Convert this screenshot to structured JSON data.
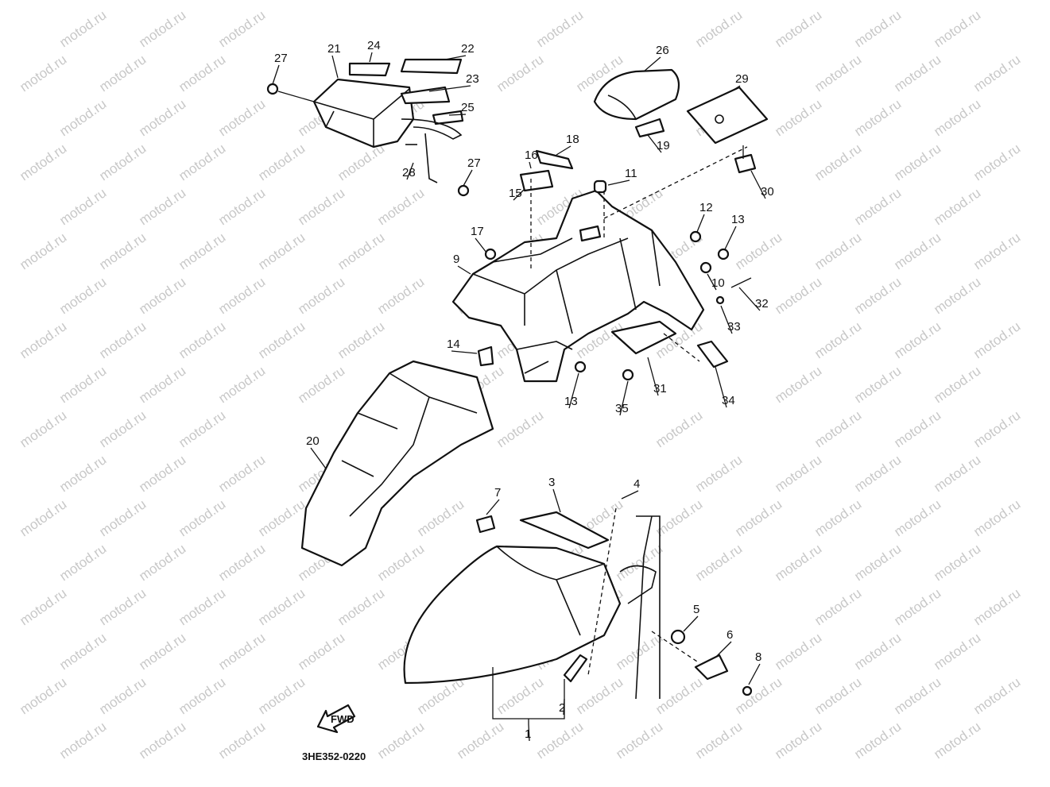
{
  "watermark": "motod.ru",
  "diagram_code": "3HE352-0220",
  "fwd_label": "FWD",
  "callouts": [
    {
      "label": "27",
      "id": "27a"
    },
    {
      "label": "21",
      "id": "21"
    },
    {
      "label": "24",
      "id": "24"
    },
    {
      "label": "22",
      "id": "22"
    },
    {
      "label": "23",
      "id": "23"
    },
    {
      "label": "25",
      "id": "25"
    },
    {
      "label": "28",
      "id": "28"
    },
    {
      "label": "27",
      "id": "27b"
    },
    {
      "label": "26",
      "id": "26"
    },
    {
      "label": "29",
      "id": "29"
    },
    {
      "label": "19",
      "id": "19"
    },
    {
      "label": "30",
      "id": "30"
    },
    {
      "label": "16",
      "id": "16"
    },
    {
      "label": "18",
      "id": "18"
    },
    {
      "label": "11",
      "id": "11"
    },
    {
      "label": "15",
      "id": "15"
    },
    {
      "label": "17",
      "id": "17"
    },
    {
      "label": "12",
      "id": "12"
    },
    {
      "label": "13",
      "id": "13a"
    },
    {
      "label": "9",
      "id": "9"
    },
    {
      "label": "10",
      "id": "10"
    },
    {
      "label": "32",
      "id": "32"
    },
    {
      "label": "33",
      "id": "33"
    },
    {
      "label": "14",
      "id": "14"
    },
    {
      "label": "13",
      "id": "13b"
    },
    {
      "label": "31",
      "id": "31"
    },
    {
      "label": "35",
      "id": "35"
    },
    {
      "label": "34",
      "id": "34"
    },
    {
      "label": "20",
      "id": "20"
    },
    {
      "label": "3",
      "id": "3"
    },
    {
      "label": "4",
      "id": "4"
    },
    {
      "label": "7",
      "id": "7"
    },
    {
      "label": "5",
      "id": "5"
    },
    {
      "label": "6",
      "id": "6"
    },
    {
      "label": "8",
      "id": "8"
    },
    {
      "label": "2",
      "id": "2"
    },
    {
      "label": "1",
      "id": "1"
    }
  ]
}
